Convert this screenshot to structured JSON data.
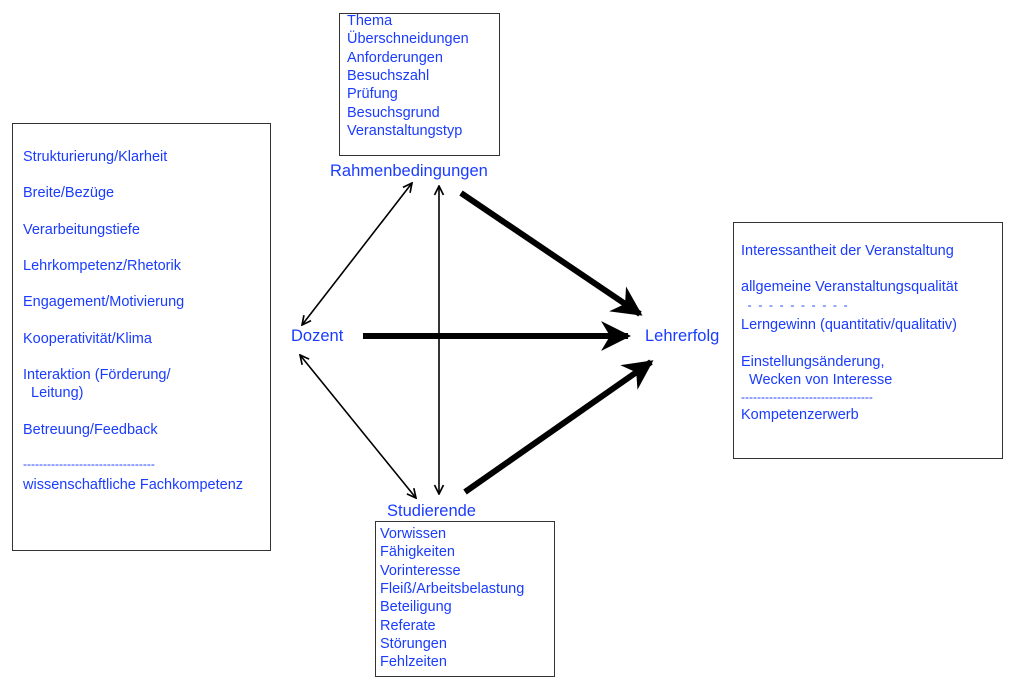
{
  "colors": {
    "text": "#1a3cff",
    "arrow": "#000000",
    "border": "#333333"
  },
  "nodes": {
    "rahmen": "Rahmenbedingungen",
    "dozent": "Dozent",
    "studierende": "Studierende",
    "lehrerfolg": "Lehrerfolg"
  },
  "rahmen_box": {
    "items": [
      "Thema",
      "Überschneidungen",
      "Anforderungen",
      "Besuchszahl",
      "Prüfung",
      "Besuchsgrund",
      "Veranstaltungstyp"
    ]
  },
  "dozent_box": {
    "items": [
      "Strukturierung/Klarheit",
      "Breite/Bezüge",
      "Verarbeitungstiefe",
      "Lehrkompetenz/Rhetorik",
      "Engagement/Motivierung",
      "Kooperativität/Klima",
      "Interaktion (Förderung/\n  Leitung)",
      "Betreuung/Feedback"
    ],
    "separator": "---------------------------------",
    "after": "wissenschaftliche Fachkompetenz"
  },
  "studierende_box": {
    "items": [
      "Vorwissen",
      "Fähigkeiten",
      "Vorinteresse",
      "Fleiß/Arbeitsbelastung",
      "Beteiligung",
      "Referate",
      "Störungen",
      "Fehlzeiten"
    ]
  },
  "lehrerfolg_box": {
    "item1": "Interessantheit der Veranstaltung",
    "item2": "allgemeine Veranstaltungsqualität",
    "dashed": "  -  -  -  -  -  -  -  -  -  -",
    "item3": "Lerngewinn (quantitativ/qualitativ)",
    "item4": "Einstellungsänderung,\n  Wecken von Interesse",
    "separator": "---------------------------------",
    "item5": "Kompetenzerwerb"
  },
  "edges": [
    {
      "from": "dozent",
      "to": "rahmen",
      "type": "bidirectional-thin"
    },
    {
      "from": "dozent",
      "to": "studierende",
      "type": "bidirectional-thin"
    },
    {
      "from": "rahmen",
      "to": "studierende",
      "type": "bidirectional-thin"
    },
    {
      "from": "dozent",
      "to": "lehrerfolg",
      "type": "directed-thick"
    },
    {
      "from": "rahmen",
      "to": "lehrerfolg",
      "type": "directed-thick"
    },
    {
      "from": "studierende",
      "to": "lehrerfolg",
      "type": "directed-thick"
    }
  ]
}
